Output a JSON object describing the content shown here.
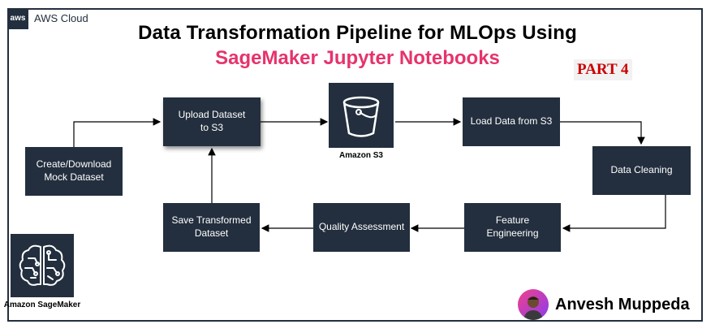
{
  "header": {
    "aws_badge": "aws",
    "aws_label": "AWS Cloud",
    "title_line1": "Data Transformation Pipeline for MLOps Using",
    "title_line2": "SageMaker Jupyter Notebooks",
    "part": "PART 4"
  },
  "nodes": {
    "create_dataset": "Create/Download Mock Dataset",
    "upload_dataset": "Upload Dataset to S3",
    "amazon_s3": "Amazon S3",
    "load_data": "Load Data from S3",
    "data_cleaning": "Data Cleaning",
    "feature_engineering": "Feature Engineering",
    "quality_assessment": "Quality Assessment",
    "save_dataset": "Save Transformed Dataset"
  },
  "sagemaker": {
    "label": "Amazon SageMaker"
  },
  "author": {
    "name": "Anvesh Muppeda"
  },
  "colors": {
    "box_fill": "#232f3e",
    "title_accent": "#e6336b",
    "part_red": "#cc0000"
  },
  "icons": [
    "aws-logo-icon",
    "s3-bucket-icon",
    "sagemaker-brain-icon",
    "author-avatar"
  ]
}
